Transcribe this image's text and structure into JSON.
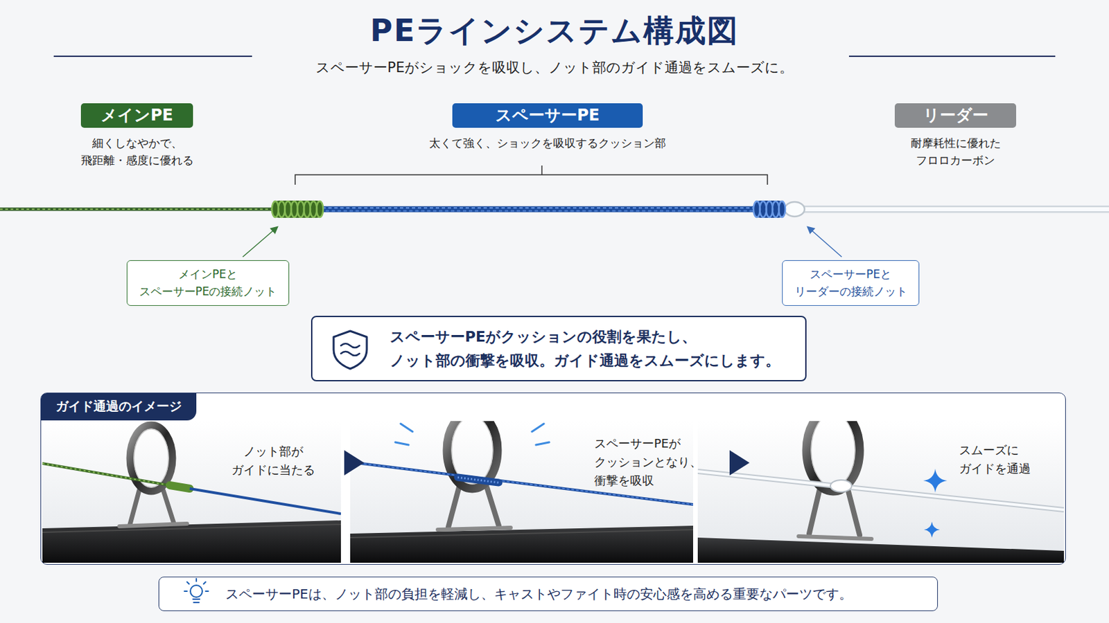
{
  "diagram": {
    "title": "PEラインシステム構成図",
    "nodes": [
      {
        "text": [
          "メインPE",
          "細くしなやかで、 飛距離・感度に優れる"
        ]
      },
      {
        "text": [
          "スペーサーPE",
          "太くて強く、ショックを吸収するクッション部"
        ]
      },
      {
        "text": [
          "リーダー",
          "耐摩耗性に優れた フロロカーボン"
        ]
      },
      {
        "text": [
          "メインPEと スペーサーPEの接続ノット"
        ]
      },
      {
        "text": [
          "スペーサーPEと リーダーの接続ノット"
        ]
      },
      {
        "text": [
          "スペーサーPEがクッションの役割を果たし、 ノット部の衝撃を吸収。ガイド通過をスムーズにします。"
        ]
      },
      {
        "text": [
          "ガイド通過のイメージ"
        ]
      },
      {
        "text": [
          "スペーサーPEは、ノット部の負担を軽減し、キャストやファイト時の安心感を高める重要なパーツです。"
        ]
      }
    ],
    "labels": [
      "スペーサーPEがショックを吸収し、ノット部のガイド通過をスムーズに。",
      "ノット部が ガイドに当たる",
      "スペーサーPEが クッションとなり、 衝撃を吸収",
      "スムーズに ガイドを通過"
    ]
  }
}
